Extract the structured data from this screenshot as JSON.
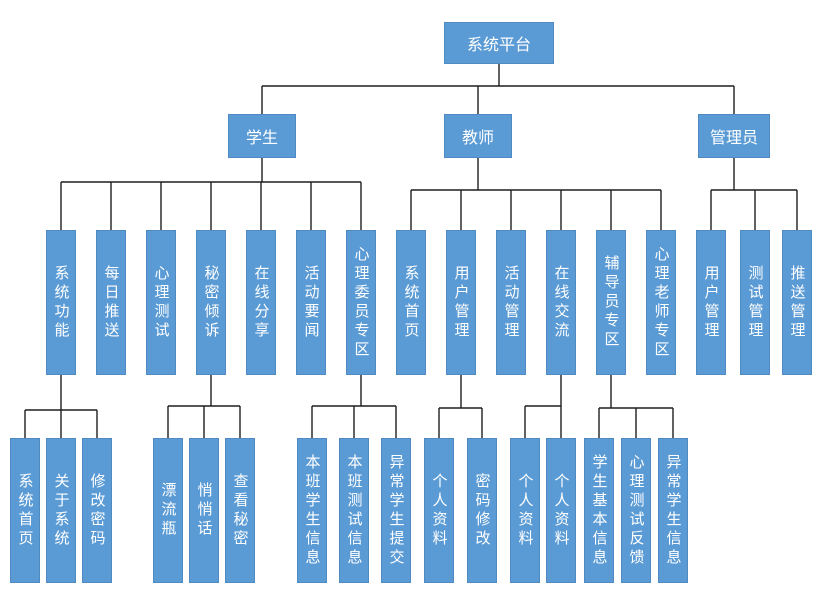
{
  "root": "系统平台",
  "groups": [
    {
      "label": "学生",
      "children": [
        {
          "label": "系统功能",
          "children": [
            "系统首页",
            "关于系统",
            "修改密码"
          ]
        },
        {
          "label": "每日推送",
          "children": []
        },
        {
          "label": "心理测试",
          "children": []
        },
        {
          "label": "秘密倾诉",
          "children": [
            "漂流瓶",
            "悄悄话",
            "查看秘密"
          ]
        },
        {
          "label": "在线分享",
          "children": []
        },
        {
          "label": "活动要闻",
          "children": []
        },
        {
          "label": "心理委员专区",
          "children": [
            "本班学生信息",
            "本班测试信息",
            "异常学生提交"
          ]
        }
      ]
    },
    {
      "label": "教师",
      "children": [
        {
          "label": "系统首页",
          "children": []
        },
        {
          "label": "用户管理",
          "children": [
            "个人资料",
            "密码修改"
          ]
        },
        {
          "label": "活动管理",
          "children": []
        },
        {
          "label": "在线交流",
          "children": [
            "个人资料",
            "个人资料"
          ]
        },
        {
          "label": "辅导员专区",
          "children": [
            "学生基本信息",
            "心理测试反馈",
            "异常学生信息"
          ]
        },
        {
          "label": "心理老师专区",
          "children": []
        }
      ]
    },
    {
      "label": "管理员",
      "children": [
        {
          "label": "用户管理",
          "children": []
        },
        {
          "label": "测试管理",
          "children": []
        },
        {
          "label": "推送管理",
          "children": []
        }
      ]
    }
  ]
}
